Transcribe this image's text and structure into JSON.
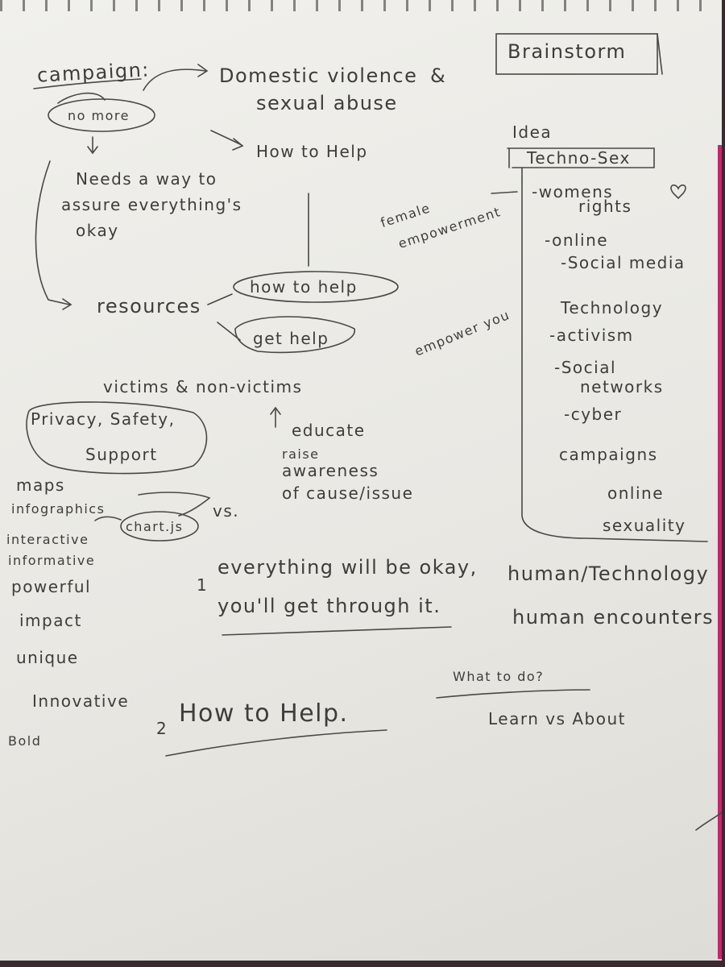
{
  "title": "Brainstorm",
  "campaign": {
    "label": "campaign:",
    "name": "no more",
    "topic_line1": "Domestic violence",
    "topic_amp": "&",
    "topic_line2": "sexual abuse",
    "how_to_help": "How to Help",
    "needs_line1": "Needs a way to",
    "needs_line2": "assure everything's",
    "needs_line3": "okay",
    "resources": "resources",
    "how_to_help_bubble": "how to help",
    "get_help_bubble": "get help",
    "audience": "victims & non-victims",
    "privacy_line1": "Privacy, Safety,",
    "privacy_line2": "Support",
    "educate_line1": "educate",
    "educate_line2": "raise",
    "educate_line3": "awareness",
    "educate_line4": "of cause/issue"
  },
  "features": [
    "maps",
    "infographics",
    "interactive",
    "informative",
    "powerful",
    "impact",
    "unique",
    "Innovative",
    "Bold"
  ],
  "chartjs": "chart.js",
  "vs": "vs.",
  "idea": {
    "label": "Idea",
    "box_title": "Techno-Sex",
    "female_line1": "female",
    "female_line2": "empowerment",
    "empower": "empower you",
    "items": [
      "-womens",
      "rights",
      "-online",
      "-Social media",
      "Technology",
      "-activism",
      "-Social",
      "networks",
      "-cyber",
      "campaigns",
      "online",
      "sexuality"
    ]
  },
  "messages": {
    "m1_num": "1",
    "m1_line1": "everything will be okay,",
    "m1_line2": "you'll get through it.",
    "m2_num": "2",
    "m2": "How to Help."
  },
  "right_notes": {
    "human_tech": "human/Technology",
    "human_enc": "human encounters",
    "what_to_do": "What to do?",
    "learn": "Learn vs About"
  }
}
